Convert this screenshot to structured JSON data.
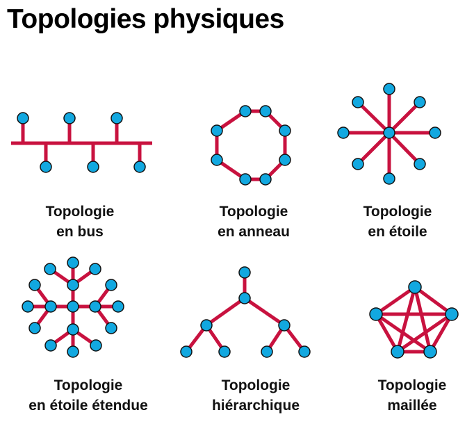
{
  "title": "Topologies physiques",
  "colors": {
    "link": "#c8123f",
    "node": "#12a8e0",
    "node_stroke": "#111111"
  },
  "topologies": [
    {
      "line1": "Topologie",
      "line2": "en bus"
    },
    {
      "line1": "Topologie",
      "line2": "en anneau"
    },
    {
      "line1": "Topologie",
      "line2": "en étoile"
    },
    {
      "line1": "Topologie",
      "line2": "en étoile étendue"
    },
    {
      "line1": "Topologie",
      "line2": "hiérarchique"
    },
    {
      "line1": "Topologie",
      "line2": "maillée"
    }
  ]
}
